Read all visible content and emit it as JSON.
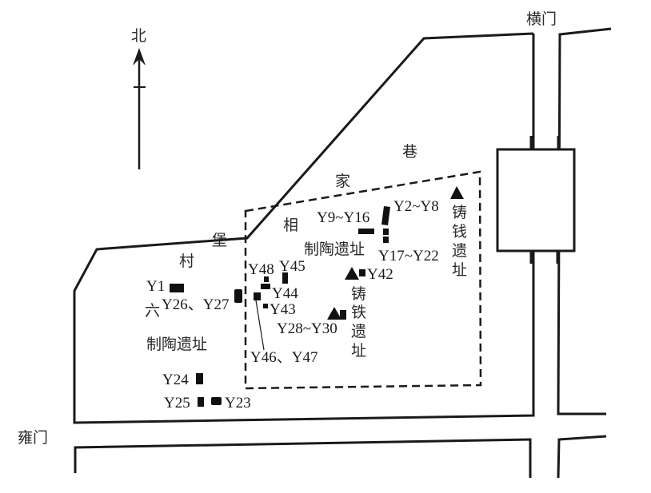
{
  "map": {
    "north_label": "北",
    "gates": {
      "heng_men": "横门",
      "yong_men": "雍门"
    },
    "street_chars": [
      "巷",
      "家",
      "相"
    ],
    "village_chars": [
      "堡",
      "村"
    ],
    "sites": {
      "pottery_east": "制陶遗址",
      "pottery_west_prefix": "六",
      "pottery_west": "制陶遗址",
      "iron_foundry": [
        "铸",
        "铁",
        "遗",
        "址"
      ],
      "coin_foundry": [
        "铸",
        "钱",
        "遗",
        "址"
      ]
    },
    "kiln_labels": {
      "y1": "Y1",
      "y2_y8": "Y2~Y8",
      "y9_y16": "Y9~Y16",
      "y17_y22": "Y17~Y22",
      "y23": "Y23",
      "y24": "Y24",
      "y25": "Y25",
      "y26_y27": "Y26、Y27",
      "y28_y30": "Y28~Y30",
      "y42": "Y42",
      "y43": "Y43",
      "y44": "Y44",
      "y45": "Y45",
      "y46_y47": "Y46、Y47",
      "y48": "Y48"
    },
    "legend_symbols": {
      "kiln": "filled-square",
      "foundry": "filled-triangle"
    },
    "colors": {
      "line": "#1a1a1a",
      "background": "#ffffff"
    }
  }
}
